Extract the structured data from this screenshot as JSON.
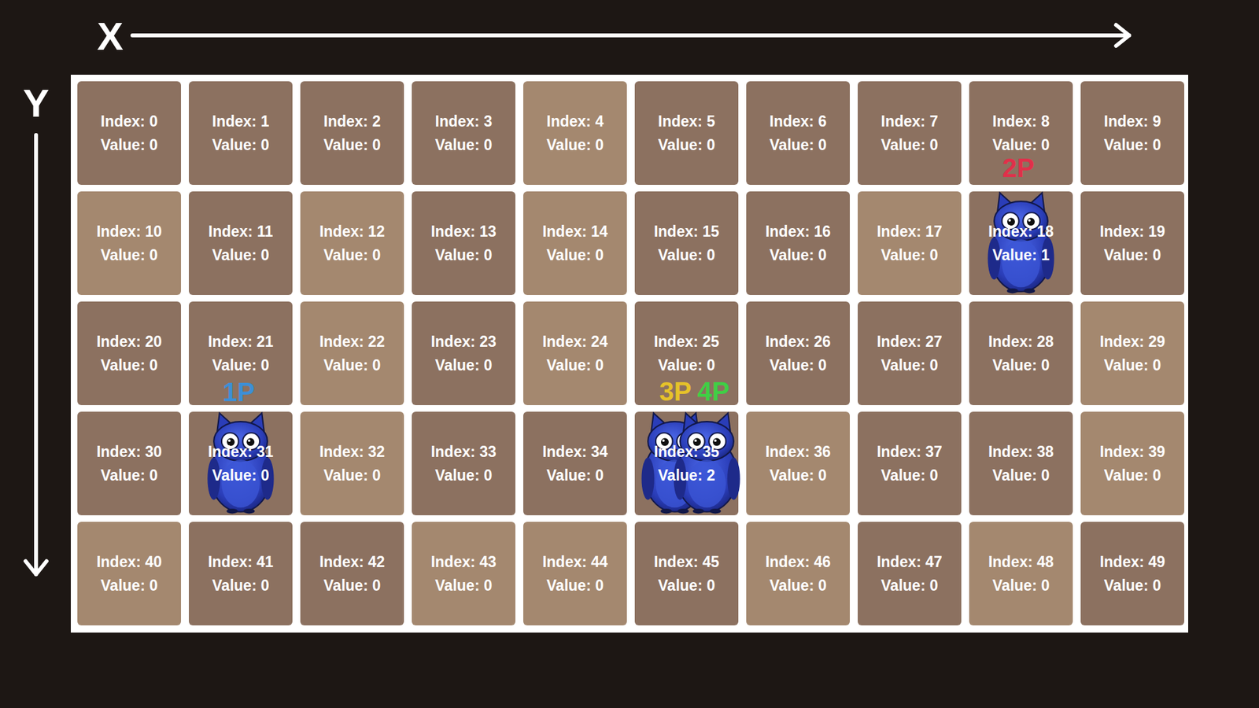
{
  "diagram": {
    "nodes": [
      {
        "text": [
          "Index: 0",
          "Value: 0"
        ]
      },
      {
        "text": [
          "Index: 1",
          "Value: 0"
        ]
      },
      {
        "text": [
          "Index: 2",
          "Value: 0"
        ]
      },
      {
        "text": [
          "Index: 3",
          "Value: 0"
        ]
      },
      {
        "text": [
          "Index: 4",
          "Value: 0"
        ]
      },
      {
        "text": [
          "Index: 5",
          "Value: 0"
        ]
      },
      {
        "text": [
          "Index: 6",
          "Value: 0"
        ]
      },
      {
        "text": [
          "Index: 7",
          "Value: 0"
        ]
      },
      {
        "text": [
          "Index: 8",
          "Value: 0"
        ]
      },
      {
        "text": [
          "Index: 9",
          "Value: 0"
        ]
      },
      {
        "text": [
          "Index: 10",
          "Value: 0"
        ]
      },
      {
        "text": [
          "Index: 11",
          "Value: 0"
        ]
      },
      {
        "text": [
          "Index: 12",
          "Value: 0"
        ]
      },
      {
        "text": [
          "Index: 13",
          "Value: 0"
        ]
      },
      {
        "text": [
          "Index: 14",
          "Value: 0"
        ]
      },
      {
        "text": [
          "Index: 15",
          "Value: 0"
        ]
      },
      {
        "text": [
          "Index: 16",
          "Value: 0"
        ]
      },
      {
        "text": [
          "Index: 17",
          "Value: 0"
        ]
      },
      {
        "text": [
          "Index: 18",
          "Value: 1"
        ]
      },
      {
        "text": [
          "Index: 19",
          "Value: 0"
        ]
      },
      {
        "text": [
          "Index: 20",
          "Value: 0"
        ]
      },
      {
        "text": [
          "Index: 21",
          "Value: 0"
        ]
      },
      {
        "text": [
          "Index: 22",
          "Value: 0"
        ]
      },
      {
        "text": [
          "Index: 23",
          "Value: 0"
        ]
      },
      {
        "text": [
          "Index: 24",
          "Value: 0"
        ]
      },
      {
        "text": [
          "Index: 25",
          "Value: 0"
        ]
      },
      {
        "text": [
          "Index: 26",
          "Value: 0"
        ]
      },
      {
        "text": [
          "Index: 27",
          "Value: 0"
        ]
      },
      {
        "text": [
          "Index: 28",
          "Value: 0"
        ]
      },
      {
        "text": [
          "Index: 29",
          "Value: 0"
        ]
      },
      {
        "text": [
          "Index: 30",
          "Value: 0"
        ]
      },
      {
        "text": [
          "Index: 31",
          "Value: 0"
        ]
      },
      {
        "text": [
          "Index: 32",
          "Value: 0"
        ]
      },
      {
        "text": [
          "Index: 33",
          "Value: 0"
        ]
      },
      {
        "text": [
          "Index: 34",
          "Value: 0"
        ]
      },
      {
        "text": [
          "Index: 35",
          "Value: 2"
        ]
      },
      {
        "text": [
          "Index: 36",
          "Value: 0"
        ]
      },
      {
        "text": [
          "Index: 37",
          "Value: 0"
        ]
      },
      {
        "text": [
          "Index: 38",
          "Value: 0"
        ]
      },
      {
        "text": [
          "Index: 39",
          "Value: 0"
        ]
      },
      {
        "text": [
          "Index: 40",
          "Value: 0"
        ]
      },
      {
        "text": [
          "Index: 41",
          "Value: 0"
        ]
      },
      {
        "text": [
          "Index: 42",
          "Value: 0"
        ]
      },
      {
        "text": [
          "Index: 43",
          "Value: 0"
        ]
      },
      {
        "text": [
          "Index: 44",
          "Value: 0"
        ]
      },
      {
        "text": [
          "Index: 45",
          "Value: 0"
        ]
      },
      {
        "text": [
          "Index: 46",
          "Value: 0"
        ]
      },
      {
        "text": [
          "Index: 47",
          "Value: 0"
        ]
      },
      {
        "text": [
          "Index: 48",
          "Value: 0"
        ]
      },
      {
        "text": [
          "Index: 49",
          "Value: 0"
        ]
      }
    ],
    "labels": [
      "X",
      "Y",
      "2P",
      "1P",
      "3P",
      "4P"
    ]
  }
}
